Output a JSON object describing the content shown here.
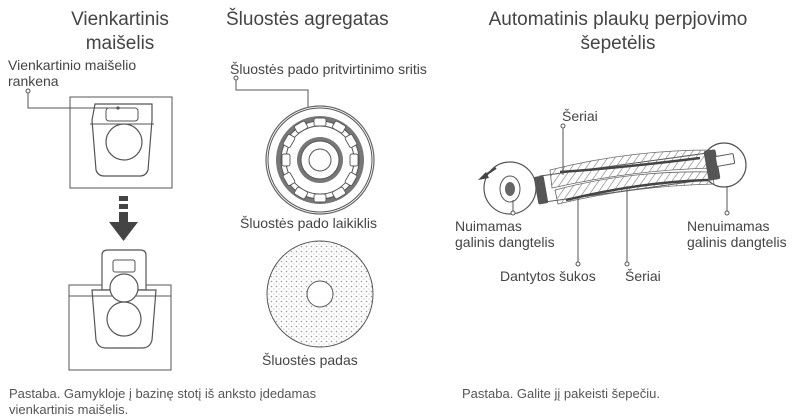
{
  "bag": {
    "title_line1": "Vienkartinis",
    "title_line2": "maišelis",
    "handle_line1": "Vienkartinio maišelio",
    "handle_line2": "rankena"
  },
  "mop": {
    "title": "Šluostės agregatas",
    "attach_area": "Šluostės pado pritvirtinimo sritis",
    "holder": "Šluostės pado laikiklis",
    "pad": "Šluostės padas"
  },
  "brush": {
    "title_line1": "Automatinis plaukų perpjovimo",
    "title_line2": "šepetėlis",
    "bristles_top": "Šeriai",
    "removable_line1": "Nuimamas",
    "removable_line2": "galinis dangtelis",
    "nonremovable_line1": "Nenuimamas",
    "nonremovable_line2": "galinis dangtelis",
    "toothed_brush": "Dantytos šukos",
    "bristles_bottom": "Šeriai"
  },
  "notes": {
    "bag_note_line1": "Pastaba. Gamykloje į bazinę stotį iš anksto įdedamas",
    "bag_note_line2": "vienkartinis maišelis.",
    "brush_note": "Pastaba. Galite jį pakeisti šepečiu."
  }
}
